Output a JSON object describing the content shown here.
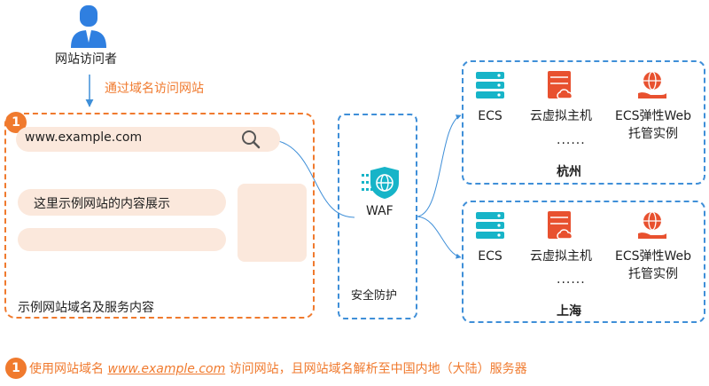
{
  "visitor": {
    "label": "网站访问者",
    "icon": "user-icon"
  },
  "arrow_label": "通过域名访问网站",
  "site": {
    "badge": "1",
    "url": "www.example.com",
    "content_text": "这里示例网站的内容展示",
    "caption": "示例网站域名及服务内容",
    "search_icon": "search-icon"
  },
  "waf": {
    "label": "WAF",
    "caption": "安全防护",
    "icon": "waf-shield-icon"
  },
  "regions": {
    "hangzhou": {
      "name": "杭州",
      "services": [
        {
          "label": "ECS",
          "icon": "ecs-server-icon"
        },
        {
          "label": "云虚拟主机",
          "icon": "virtual-host-icon"
        },
        {
          "label": "ECS弹性Web",
          "label2": "托管实例",
          "icon": "web-hosting-icon"
        }
      ],
      "ellipsis": "......"
    },
    "shanghai": {
      "name": "上海",
      "services": [
        {
          "label": "ECS",
          "icon": "ecs-server-icon"
        },
        {
          "label": "云虚拟主机",
          "icon": "virtual-host-icon"
        },
        {
          "label": "ECS弹性Web",
          "label2": "托管实例",
          "icon": "web-hosting-icon"
        }
      ],
      "ellipsis": "......"
    }
  },
  "footnote": {
    "badge": "1",
    "prefix": "使用网站域名 ",
    "link": "www.example.com",
    "suffix": " 访问网站，且网站域名解析至中国内地（大陆）服务器"
  },
  "colors": {
    "orange": "#f07a2e",
    "blue": "#3f8fd8",
    "peach": "#fbe8dc",
    "red": "#e8512f",
    "teal": "#17b4c8"
  }
}
